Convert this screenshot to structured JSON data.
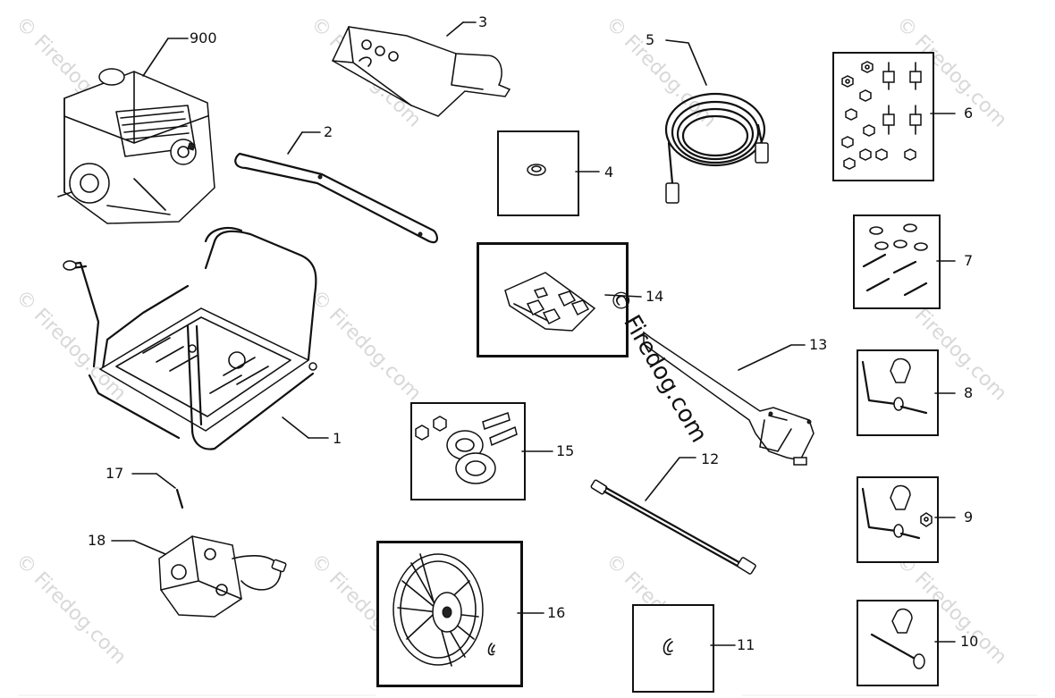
{
  "watermark": {
    "small_text": "© Firedog.com",
    "large_text": "© Firedog.com"
  },
  "callouts": {
    "p900": "900",
    "p1": "1",
    "p2": "2",
    "p3": "3",
    "p4": "4",
    "p5": "5",
    "p6": "6",
    "p7": "7",
    "p8": "8",
    "p9": "9",
    "p10": "10",
    "p11": "11",
    "p12": "12",
    "p13": "13",
    "p14": "14",
    "p15": "15",
    "p16": "16",
    "p17": "17",
    "p18": "18"
  }
}
